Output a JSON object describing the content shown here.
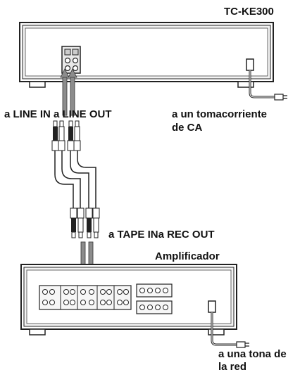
{
  "deck": {
    "model": "TC-KE300"
  },
  "amplifier": {
    "name": "Amplificador"
  },
  "labels": {
    "line_in_out": "a LINE IN a LINE OUT",
    "tape_in_rec_out": "a TAPE INa REC OUT",
    "deck_outlet_line1": "a un tomacorriente",
    "deck_outlet_line2": "de CA",
    "amp_outlet_line1": "a una tona de",
    "amp_outlet_line2": "la red"
  }
}
